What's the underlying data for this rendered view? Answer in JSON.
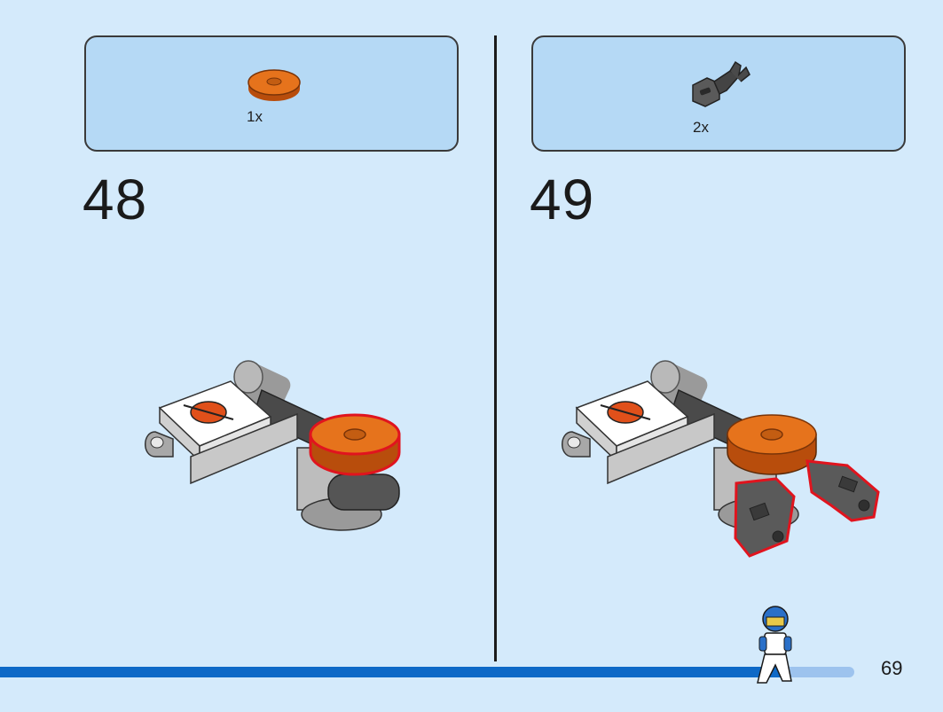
{
  "steps": [
    {
      "number": "48",
      "parts": [
        {
          "name": "orange-round-tile-icon",
          "qty": "1x"
        }
      ]
    },
    {
      "number": "49",
      "parts": [
        {
          "name": "gray-clip-arm-icon",
          "qty": "2x"
        }
      ]
    }
  ],
  "page": {
    "number": "69"
  },
  "colors": {
    "background": "#d4eafb",
    "parts_box": "#b5d9f5",
    "highlight": "#e0141e",
    "progress_fill": "#0d69c7",
    "progress_track": "#9dc3ee"
  },
  "progress": {
    "fraction": 0.92
  }
}
